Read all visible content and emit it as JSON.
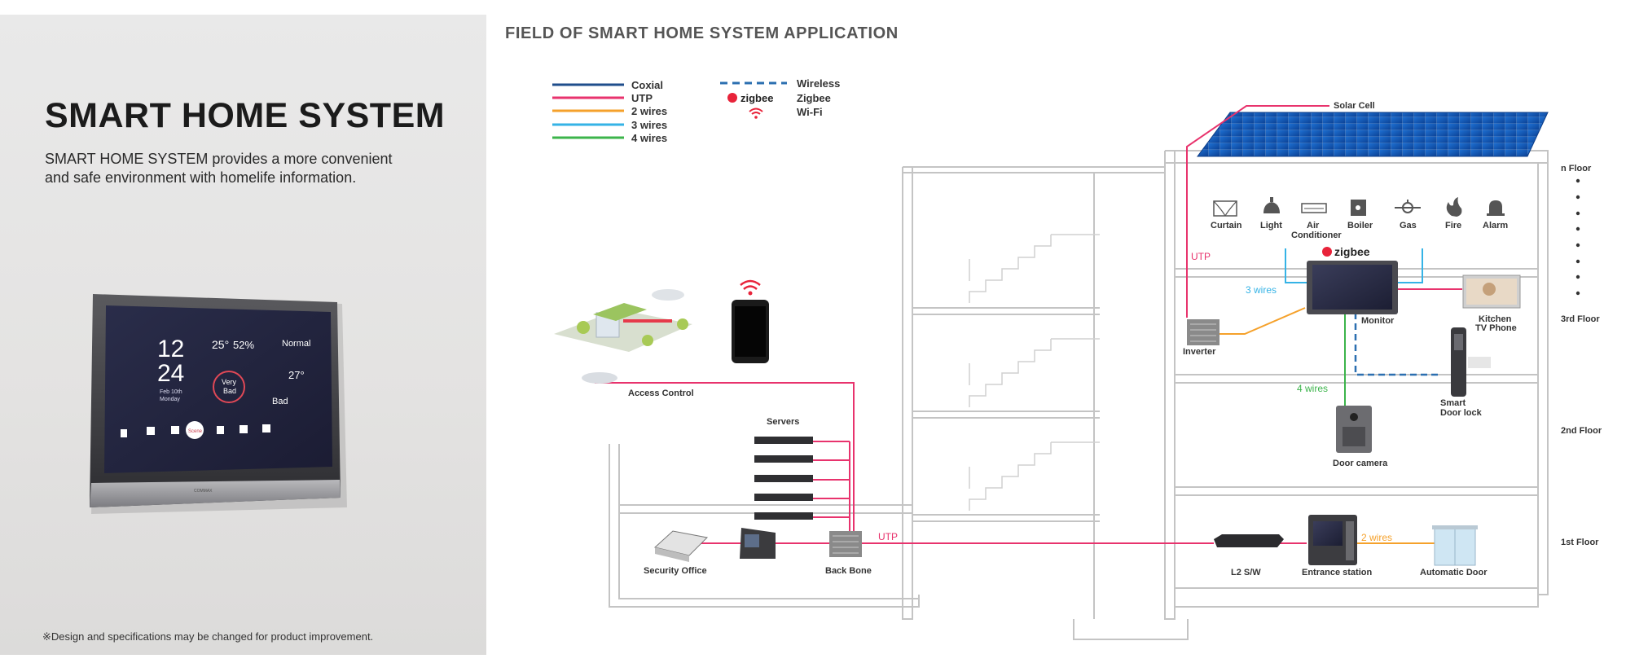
{
  "left": {
    "title": "SMART HOME SYSTEM",
    "description_line1": "SMART HOME SYSTEM provides a more convenient",
    "description_line2": "and safe environment with homelife information.",
    "footnote": "※Design and specifications may be changed for  product improvement."
  },
  "tablet": {
    "hour": "12",
    "minute": "24",
    "date_line1": "Feb 10th",
    "date_line2": "Monday",
    "temperature": "25°",
    "humidity": "52%",
    "energy_status": "Normal",
    "air_quality_line1": "Very",
    "air_quality_line2": "Bad",
    "setting_temp": "27°",
    "outdoor_status": "Bad",
    "center_button": "Scene",
    "brand": "COMMAX"
  },
  "diagram": {
    "title": "FIELD OF SMART HOME SYSTEM APPLICATION",
    "legend": {
      "coaxial": "Coxial",
      "utp": "UTP",
      "two_wires": "2 wires",
      "three_wires": "3 wires",
      "four_wires": "4 wires",
      "wireless": "Wireless",
      "zigbee_logo": "zigbee",
      "zigbee": "Zigbee",
      "wifi": "Wi-Fi"
    },
    "colors": {
      "coaxial": "#1f4e8c",
      "utp": "#e8336d",
      "two_wires": "#f5a12b",
      "three_wires": "#35b3e6",
      "four_wires": "#3cb44b",
      "wireless": "#2b6fb0"
    },
    "devices": {
      "curtain": "Curtain",
      "light": "Light",
      "air_conditioner_line1": "Air",
      "air_conditioner_line2": "Conditioner",
      "boiler": "Boiler",
      "gas": "Gas",
      "fire": "Fire",
      "alarm": "Alarm",
      "zigbee_logo": "zigbee",
      "solar_cell": "Solar Cell",
      "utp_label": "UTP",
      "three_wires_label": "3 wires",
      "four_wires_label": "4 wires",
      "two_wires_label": "2 wires",
      "utp_label_lower": "UTP",
      "monitor": "Monitor",
      "inverter": "Inverter",
      "kitchen_tv_line1": "Kitchen",
      "kitchen_tv_line2": "TV Phone",
      "smart_door_lock_line1": "Smart",
      "smart_door_lock_line2": "Door lock",
      "door_camera": "Door camera",
      "access_control": "Access Control",
      "servers": "Servers",
      "security_office": "Security Office",
      "back_bone": "Back Bone",
      "l2_sw": "L2 S/W",
      "entrance_station": "Entrance station",
      "automatic_door": "Automatic Door"
    },
    "floors": {
      "n_floor": "n Floor",
      "third_floor": "3rd Floor",
      "second_floor": "2nd Floor",
      "first_floor": "1st Floor"
    }
  }
}
